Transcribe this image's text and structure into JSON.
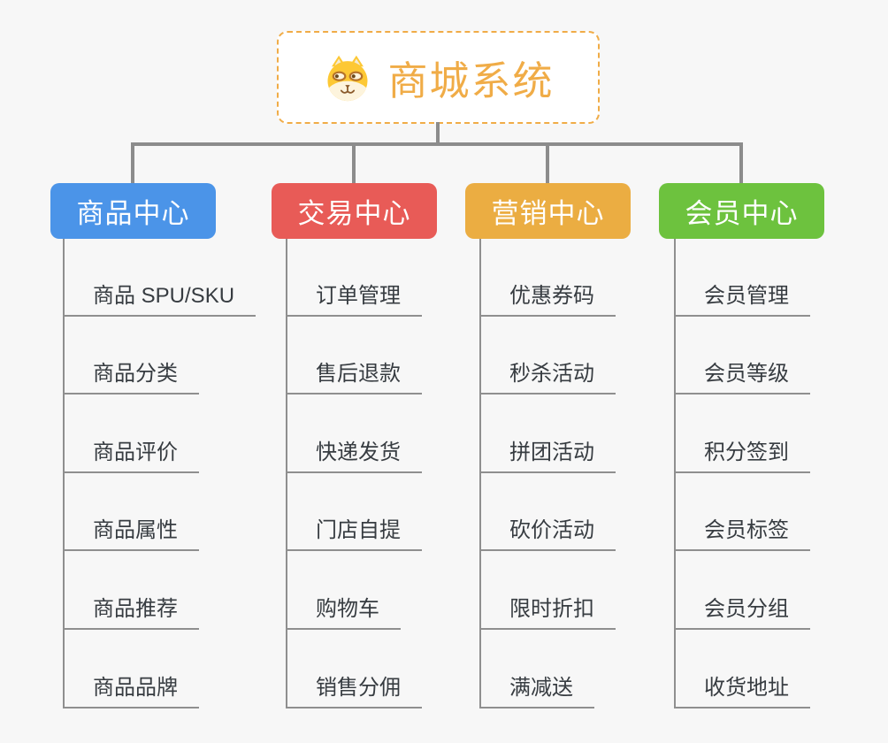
{
  "root": {
    "title": "商城系统",
    "icon": "dog-face-icon",
    "border_color": "#f0ac47",
    "title_color": "#f0ac47"
  },
  "connector_color": "#8c8c8c",
  "background_color": "#f7f7f7",
  "branches": [
    {
      "label": "商品中心",
      "color": "#4b94e8",
      "children": [
        "商品 SPU/SKU",
        "商品分类",
        "商品评价",
        "商品属性",
        "商品推荐",
        "商品品牌"
      ]
    },
    {
      "label": "交易中心",
      "color": "#e85b57",
      "children": [
        "订单管理",
        "售后退款",
        "快递发货",
        "门店自提",
        "购物车",
        "销售分佣"
      ]
    },
    {
      "label": "营销中心",
      "color": "#ebad42",
      "children": [
        "优惠券码",
        "秒杀活动",
        "拼团活动",
        "砍价活动",
        "限时折扣",
        "满减送"
      ]
    },
    {
      "label": "会员中心",
      "color": "#6dc23e",
      "children": [
        "会员管理",
        "会员等级",
        "积分签到",
        "会员标签",
        "会员分组",
        "收货地址"
      ]
    }
  ]
}
